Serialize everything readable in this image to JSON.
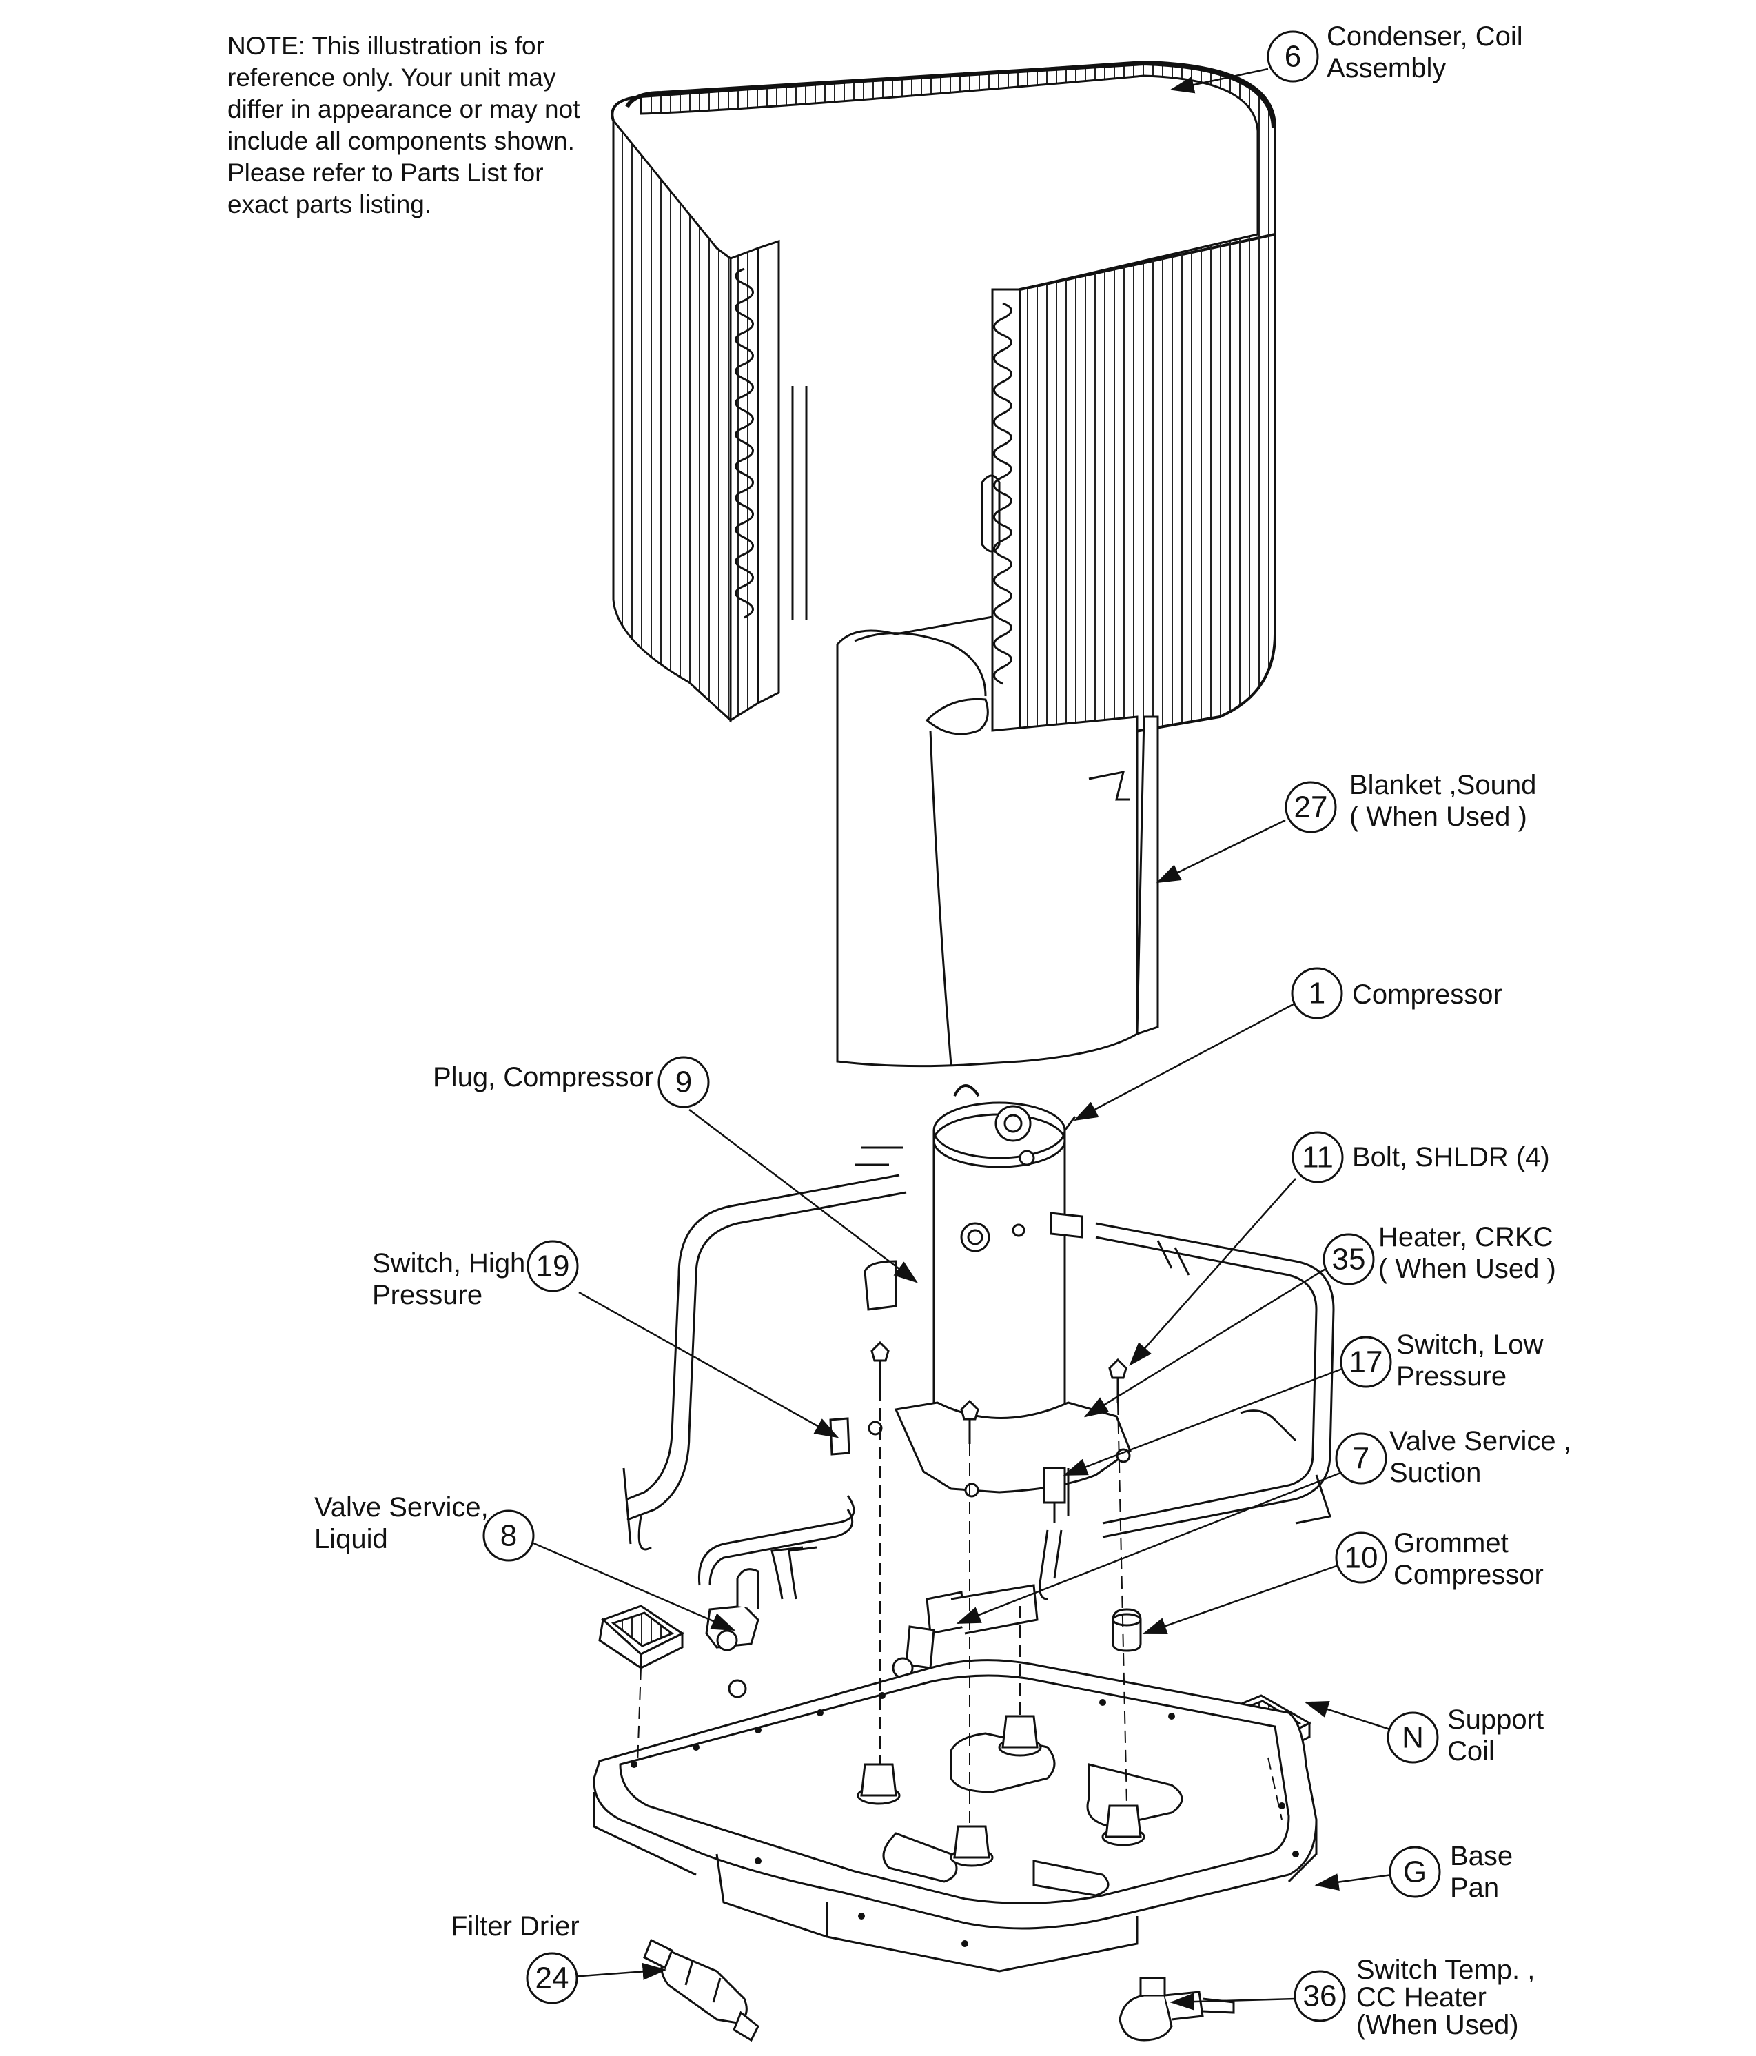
{
  "note": [
    "NOTE: This illustration is for",
    "reference only.  Your unit may",
    "differ in appearance or may not",
    "include all components shown.",
    "Please refer to Parts List for",
    "exact parts listing."
  ],
  "callouts": [
    {
      "id": "6",
      "lines": [
        "Condenser, Coil",
        "Assembly"
      ]
    },
    {
      "id": "27",
      "lines": [
        "Blanket ,Sound",
        "( When Used )"
      ]
    },
    {
      "id": "1",
      "lines": [
        "Compressor"
      ]
    },
    {
      "id": "9",
      "lines": [
        "Plug, Compressor"
      ]
    },
    {
      "id": "11",
      "lines": [
        "Bolt, SHLDR (4)"
      ]
    },
    {
      "id": "35",
      "lines": [
        "Heater, CRKC",
        "( When Used )"
      ]
    },
    {
      "id": "19",
      "lines": [
        "Switch, High",
        "Pressure"
      ]
    },
    {
      "id": "17",
      "lines": [
        "Switch, Low",
        "Pressure"
      ]
    },
    {
      "id": "7",
      "lines": [
        "Valve Service  ,",
        "Suction"
      ]
    },
    {
      "id": "8",
      "lines": [
        "Valve Service,",
        "Liquid"
      ]
    },
    {
      "id": "10",
      "lines": [
        "Grommet",
        "Compressor"
      ]
    },
    {
      "id": "N",
      "lines": [
        "Support",
        "Coil"
      ]
    },
    {
      "id": "G",
      "lines": [
        "Base",
        "Pan"
      ]
    },
    {
      "id": "24",
      "lines": [
        "Filter Drier"
      ]
    },
    {
      "id": "36",
      "lines": [
        "Switch Temp. ,",
        "CC Heater",
        "(When Used)"
      ]
    }
  ]
}
